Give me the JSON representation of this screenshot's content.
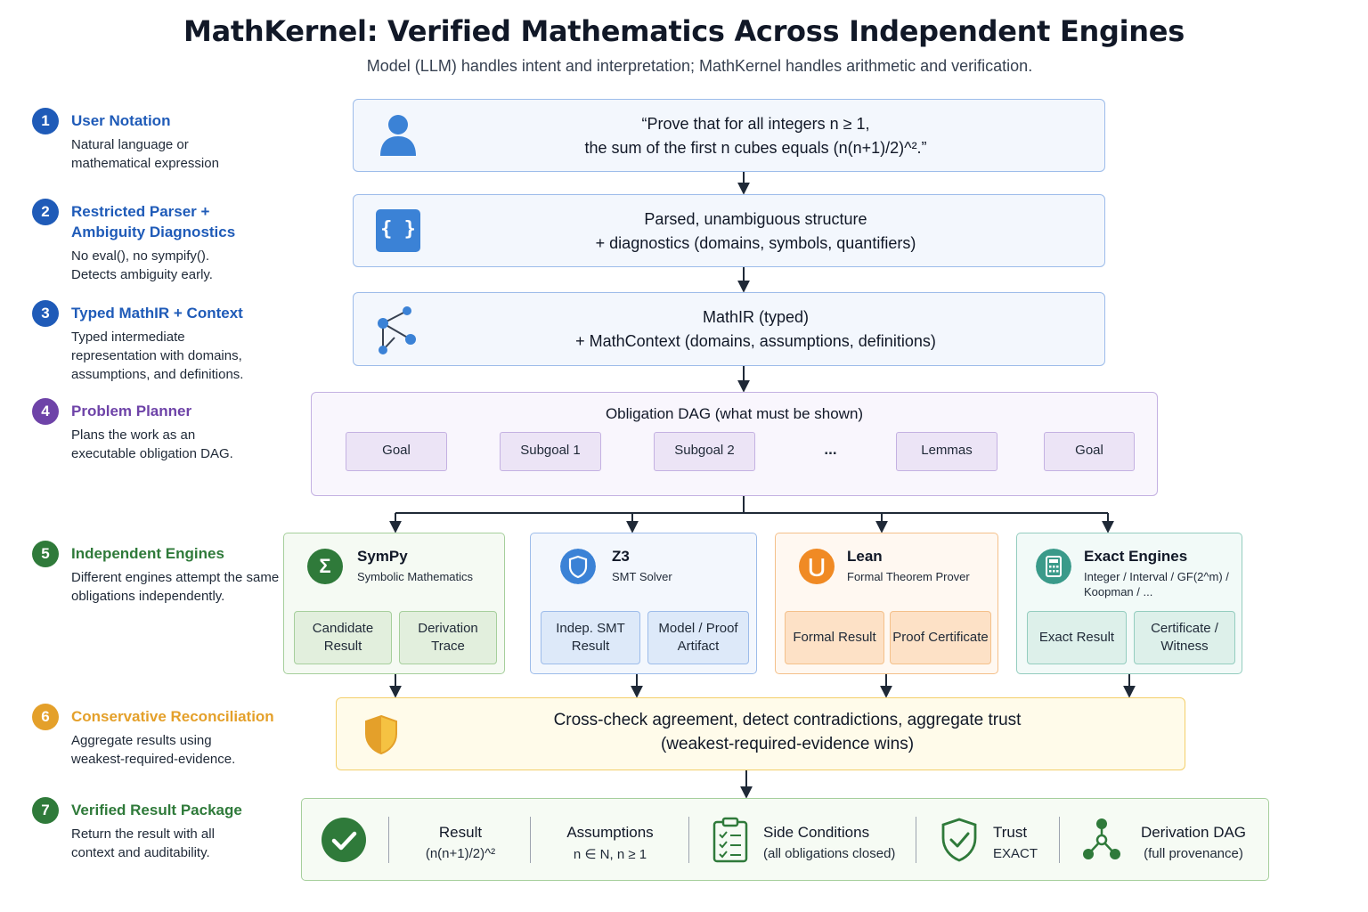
{
  "title": "MathKernel: Verified Mathematics Across Independent Engines",
  "subtitle": "Model (LLM) handles intent and interpretation; MathKernel handles arithmetic and verification.",
  "steps": [
    {
      "num": "1",
      "title": "User Notation",
      "desc": "Natural language or mathematical expression",
      "color": "#1f5bb8"
    },
    {
      "num": "2",
      "title": "Restricted Parser + Ambiguity Diagnostics",
      "desc": "No eval(), no sympify(). Detects ambiguity early.",
      "color": "#1f5bb8"
    },
    {
      "num": "3",
      "title": "Typed MathIR + Context",
      "desc": "Typed intermediate representation with domains, assumptions, and definitions.",
      "color": "#1f5bb8"
    },
    {
      "num": "4",
      "title": "Problem Planner",
      "desc": "Plans the work as an executable obligation DAG.",
      "color": "#6e43a8"
    },
    {
      "num": "5",
      "title": "Independent Engines",
      "desc": "Different engines attempt the same obligations independently.",
      "color": "#2f7a3a"
    },
    {
      "num": "6",
      "title": "Conservative Reconciliation",
      "desc": "Aggregate results using weakest-required-evidence.",
      "color": "#e4a02a"
    },
    {
      "num": "7",
      "title": "Verified Result Package",
      "desc": "Return the result with all context and auditability.",
      "color": "#2f7a3a"
    }
  ],
  "boxes": {
    "input": {
      "line1": "“Prove that for all integers n ≥ 1,",
      "line2": "the sum of the first n cubes equals (n(n+1)/2)^².”",
      "icon": "user-icon"
    },
    "parsed": {
      "line1": "Parsed, unambiguous structure",
      "line2": "+ diagnostics (domains, symbols, quantifiers)",
      "icon": "braces-icon",
      "icon_text": "{ }"
    },
    "mathir": {
      "line1": "MathIR (typed)",
      "line2": "+ MathContext (domains, assumptions, definitions)",
      "icon": "graph-nodes-icon"
    }
  },
  "dag": {
    "title": "Obligation DAG (what must be shown)",
    "nodes": [
      "Goal",
      "Subgoal 1",
      "Subgoal 2",
      "...",
      "Lemmas",
      "Goal"
    ]
  },
  "engines": [
    {
      "name": "SymPy",
      "sub": "Symbolic Mathematics",
      "icon": "sigma-icon",
      "icon_text": "Σ",
      "results": [
        "Candidate Result",
        "Derivation Trace"
      ]
    },
    {
      "name": "Z3",
      "sub": "SMT Solver",
      "icon": "shield-icon",
      "results": [
        "Indep. SMT Result",
        "Model / Proof Artifact"
      ]
    },
    {
      "name": "Lean",
      "sub": "Formal Theorem Prover",
      "icon": "lean-logo-icon",
      "icon_text": "⋃",
      "results": [
        "Formal Result",
        "Proof Certificate"
      ]
    },
    {
      "name": "Exact Engines",
      "sub": "Integer / Interval / GF(2^m) / Koopman / ...",
      "icon": "calculator-icon",
      "results": [
        "Exact Result",
        "Certificate / Witness"
      ]
    }
  ],
  "reconciliation": {
    "line1": "Cross-check agreement, detect contradictions, aggregate trust",
    "line2": "(weakest-required-evidence wins)",
    "icon": "shield-half-icon"
  },
  "package": {
    "result_label": "Result",
    "result_value": "(n(n+1)/2)^²",
    "assumptions_label": "Assumptions",
    "assumptions_value": "n ∈ N, n ≥ 1",
    "side_label": "Side Conditions",
    "side_value": "(all obligations closed)",
    "trust_label": "Trust",
    "trust_value": "EXACT",
    "dag_label": "Derivation DAG",
    "dag_value": "(full provenance)"
  },
  "colors": {
    "blue": "#1f5bb8",
    "purple": "#6e43a8",
    "green": "#2f7a3a",
    "orange": "#e4a02a",
    "sympy": "#2f7a3a",
    "z3": "#3b82d6",
    "lean": "#f08a24",
    "exact": "#3a9a8a"
  }
}
